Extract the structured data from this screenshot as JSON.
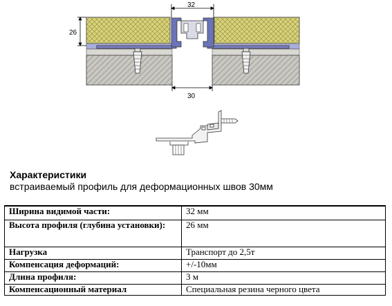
{
  "diagram": {
    "dim_top": "32",
    "dim_left": "26",
    "dim_bottom": "30"
  },
  "heading": "Характеристики",
  "subheading": "встраиваемый профиль для деформационных швов 30мм",
  "specs": [
    {
      "label": "Ширина видимой части:",
      "value": "32 мм"
    },
    {
      "label": "Высота профиля (глубина установки):",
      "value": "26 мм"
    },
    {
      "label": "Нагрузка",
      "value": "Транспорт до 2,5т"
    },
    {
      "label": "Компенсация деформаций:",
      "value": "+/-10мм"
    },
    {
      "label": "Длина профиля:",
      "value": "3 м"
    },
    {
      "label": "Компенсационный материал",
      "value": "Специальная резина черного цвета"
    }
  ],
  "colors": {
    "tile": "#d8d27a",
    "concrete": "#c8c6c0",
    "profile": "#6b74b8",
    "adhesive": "#9ea3d8"
  }
}
